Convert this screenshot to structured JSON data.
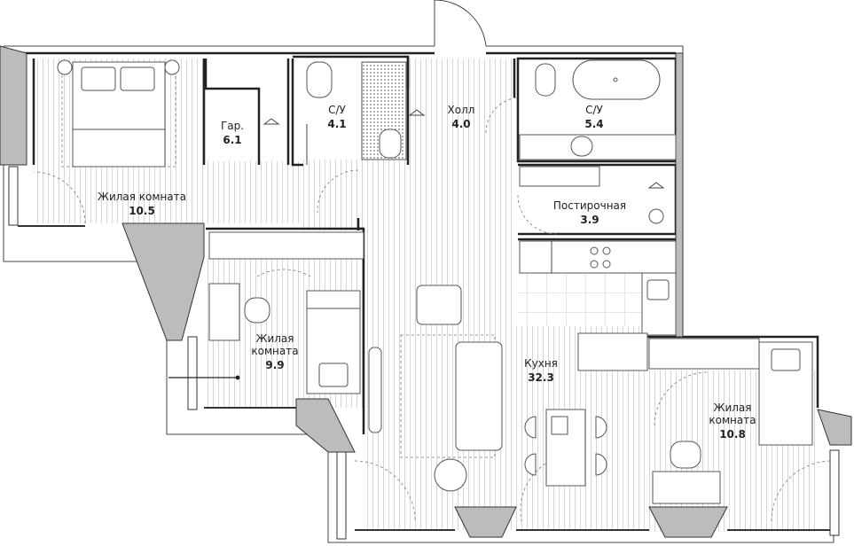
{
  "rooms": [
    {
      "id": "living1",
      "label": "Жилая комната",
      "area": "10.5"
    },
    {
      "id": "wardrobe",
      "label": "Гар.",
      "area": "6.1"
    },
    {
      "id": "bath1",
      "label": "С/У",
      "area": "4.1"
    },
    {
      "id": "hall",
      "label": "Холл",
      "area": "4.0"
    },
    {
      "id": "bath2",
      "label": "С/У",
      "area": "5.4"
    },
    {
      "id": "laundry",
      "label": "Постирочная",
      "area": "3.9"
    },
    {
      "id": "living2",
      "label_line1": "Жилая",
      "label_line2": "комната",
      "area": "9.9"
    },
    {
      "id": "kitchen",
      "label": "Кухня",
      "area": "32.3"
    },
    {
      "id": "living3",
      "label_line1": "Жилая",
      "label_line2": "комната",
      "area": "10.8"
    }
  ],
  "colors": {
    "wall": "#222222",
    "window": "#bcbcbc",
    "floor_lines": "#d6d6d6"
  },
  "icons": [
    "hanger-icon",
    "washer-icon",
    "stove-icon",
    "fan-icon",
    "sink-icon",
    "toilet-icon",
    "bathtub-icon",
    "armchair-icon",
    "sofa-icon",
    "bed-icon",
    "desk-icon"
  ]
}
